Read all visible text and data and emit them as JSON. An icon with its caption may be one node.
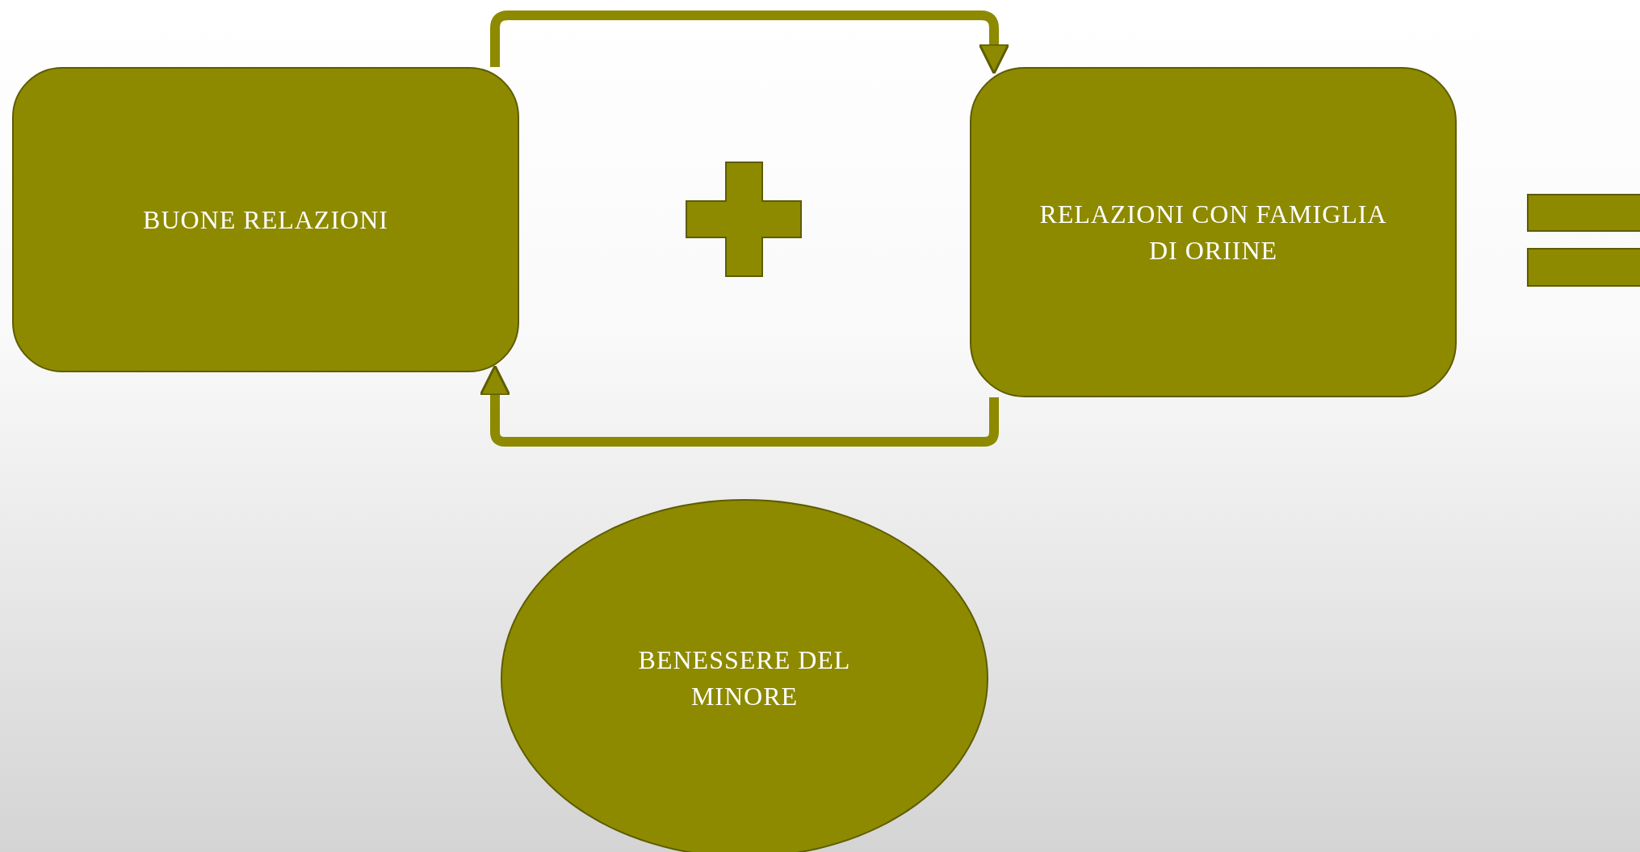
{
  "diagram": {
    "nodes": [
      {
        "text": [
          "BUONE RELAZIONI"
        ]
      },
      {
        "text": [
          "RELAZIONI CON FAMIGLIA DI ORIINE"
        ]
      },
      {
        "text": [
          "BENESSERE DEL MINORE"
        ]
      },
      {
        "text": [],
        "shape": "plus"
      },
      {
        "text": [],
        "shape": "equals"
      }
    ],
    "edges": [
      {
        "from": 0,
        "to": 1,
        "arrow": "to"
      },
      {
        "from": 1,
        "to": 0,
        "arrow": "to"
      }
    ]
  }
}
